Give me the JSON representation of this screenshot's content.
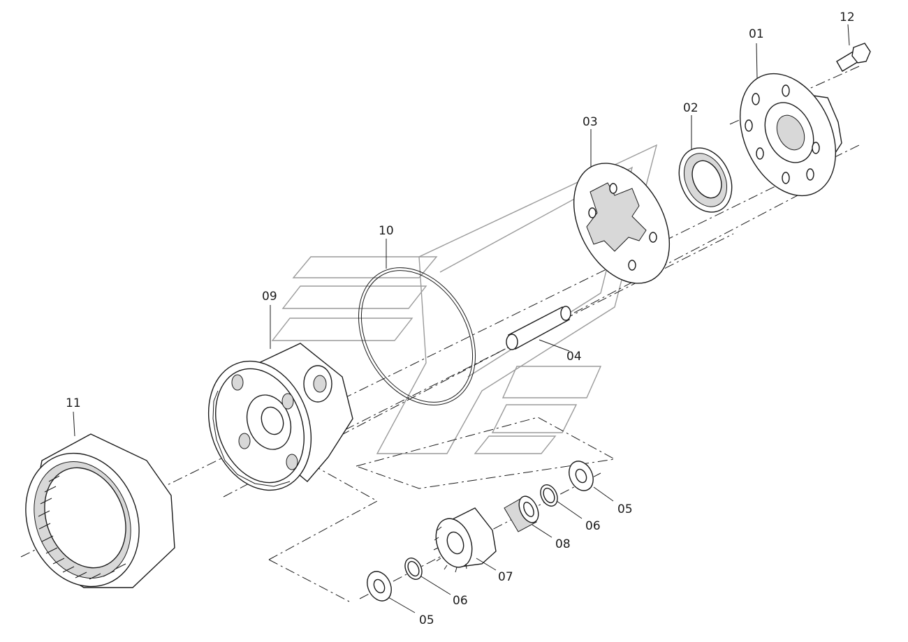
{
  "callouts": [
    {
      "id": "c01",
      "label": "01"
    },
    {
      "id": "c02",
      "label": "02"
    },
    {
      "id": "c03",
      "label": "03"
    },
    {
      "id": "c04",
      "label": "04"
    },
    {
      "id": "c05a",
      "label": "05"
    },
    {
      "id": "c05b",
      "label": "05"
    },
    {
      "id": "c06a",
      "label": "06"
    },
    {
      "id": "c06b",
      "label": "06"
    },
    {
      "id": "c07",
      "label": "07"
    },
    {
      "id": "c08",
      "label": "08"
    },
    {
      "id": "c09",
      "label": "09"
    },
    {
      "id": "c10",
      "label": "10"
    },
    {
      "id": "c11",
      "label": "11"
    },
    {
      "id": "c12",
      "label": "12"
    }
  ],
  "colors": {
    "line": "#1a1a1a",
    "watermark": "#9a9a9a",
    "background": "#ffffff"
  }
}
